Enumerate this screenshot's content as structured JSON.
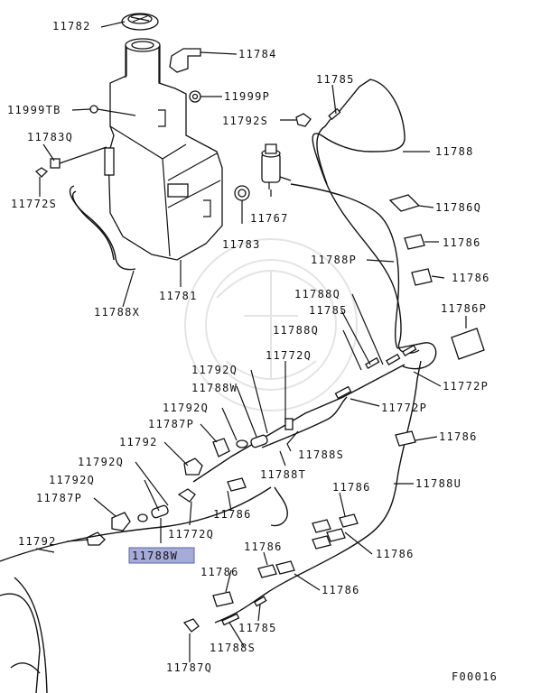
{
  "diagram": {
    "figure_code": "F00016",
    "highlight_color": "#a6acd9",
    "highlighted_label": "11788W",
    "labels": {
      "l11782": "11782",
      "l11784": "11784",
      "l11785a": "11785",
      "l11999TB": "11999TB",
      "l11999P": "11999P",
      "l11792S": "11792S",
      "l11783Q": "11783Q",
      "l11788a": "11788",
      "l11772S": "11772S",
      "l11767": "11767",
      "l11786Q": "11786Q",
      "l11783": "11783",
      "l11786a": "11786",
      "l11788P": "11788P",
      "l11786b": "11786",
      "l11781": "11781",
      "l11788X": "11788X",
      "l11788Qa": "11788Q",
      "l11786P": "11786P",
      "l11785b": "11785",
      "l11788Qb": "11788Q",
      "l11772Qa": "11772Q",
      "l11792Qa": "11792Q",
      "l11772Pa": "11772P",
      "l11788Wa": "11788W",
      "l11792Qb": "11792Q",
      "l11772Pb": "11772P",
      "l11787Pa": "11787P",
      "l11786c": "11786",
      "l11792a": "11792",
      "l11788Sa": "11788S",
      "l11792Qc": "11792Q",
      "l11788T": "11788T",
      "l11792Qd": "11792Q",
      "l11788U": "11788U",
      "l11787Pb": "11787P",
      "l11786d": "11786",
      "l11786e": "11786",
      "l11772Qb": "11772Q",
      "l11792b": "11792",
      "l11786f": "11786",
      "l11788Wb": "11788W",
      "l11786g": "11786",
      "l11786h": "11786",
      "l11786i": "11786",
      "l11785c": "11785",
      "l11788Sb": "11788S",
      "l11787Q": "11787Q"
    }
  }
}
